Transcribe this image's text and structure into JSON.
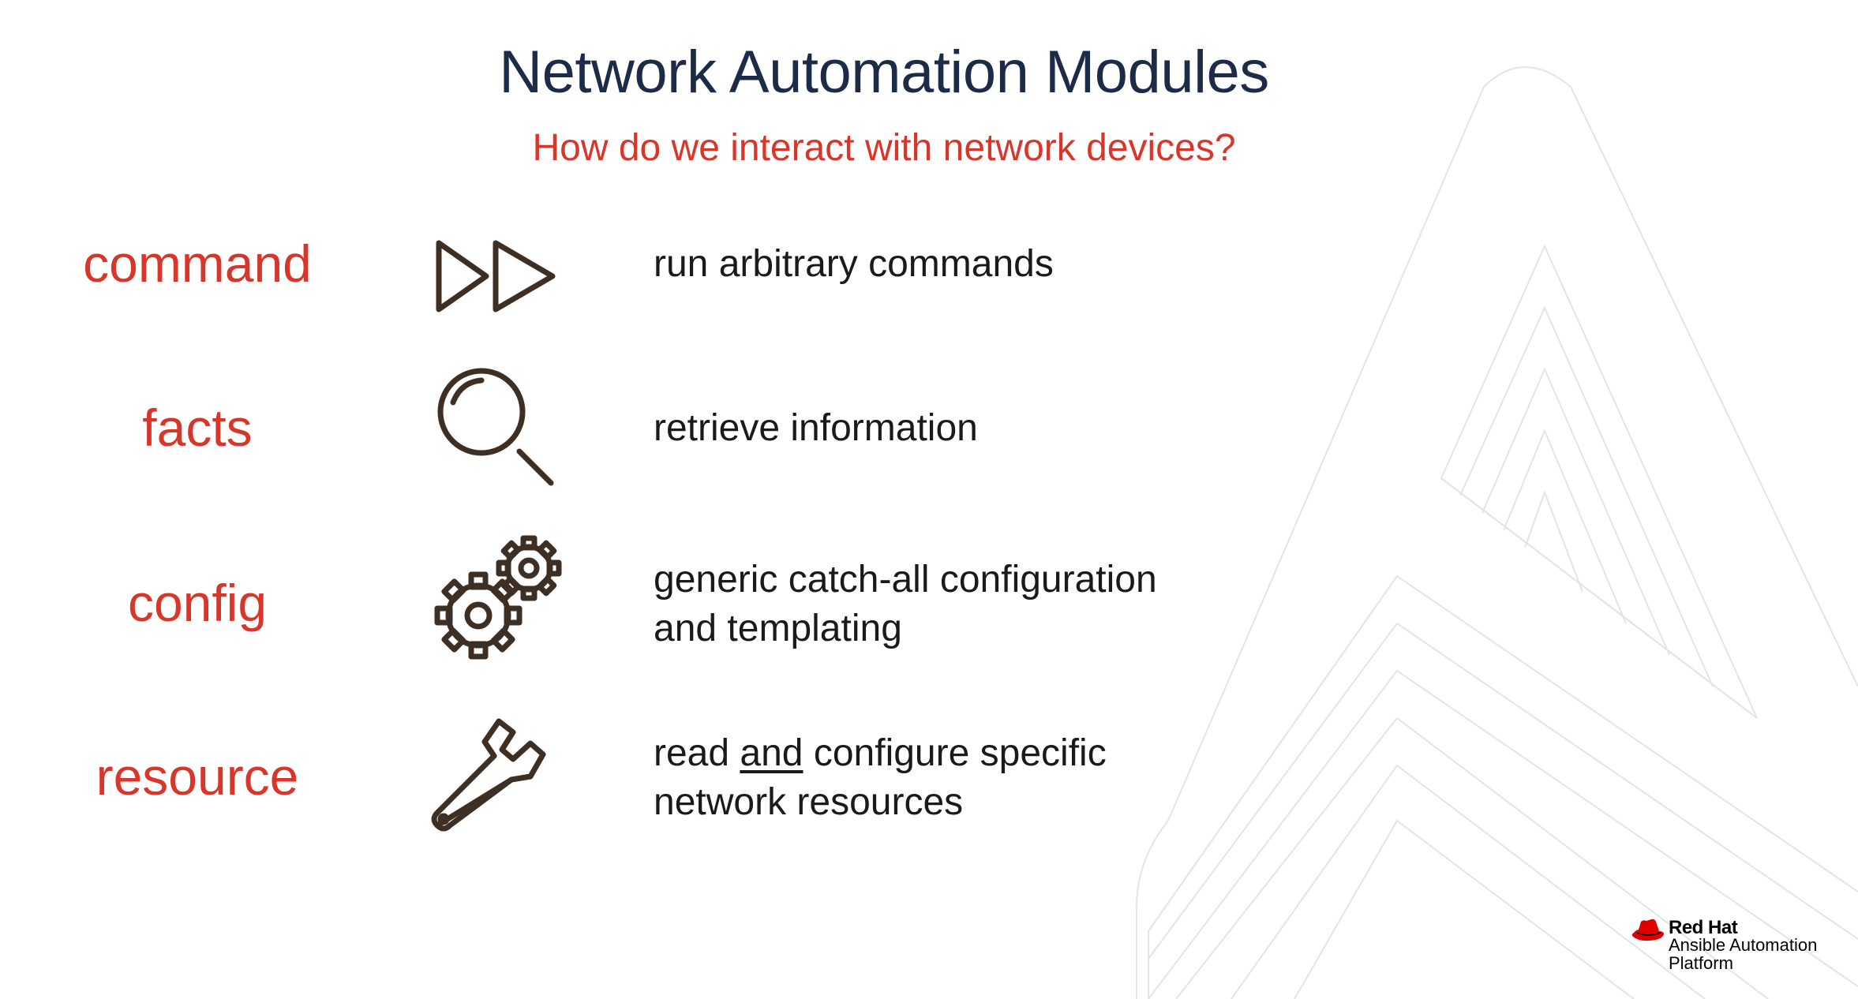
{
  "slide": {
    "title": "Network Automation Modules",
    "subtitle": "How do we interact with network devices?"
  },
  "modules": [
    {
      "term": "command",
      "icon": "fast-forward-icon",
      "description_line1": "run arbitrary commands",
      "description_line2": ""
    },
    {
      "term": "facts",
      "icon": "magnifier-icon",
      "description_line1": "retrieve information",
      "description_line2": ""
    },
    {
      "term": "config",
      "icon": "gears-icon",
      "description_line1": "generic catch-all configuration",
      "description_line2": "and templating"
    },
    {
      "term": "resource",
      "icon": "wrench-icon",
      "description_pre": "read ",
      "description_emph": "and",
      "description_post": " configure specific",
      "description_line2": "network resources"
    }
  ],
  "brand": {
    "name": "Red Hat",
    "product": "Ansible Automation Platform"
  },
  "colors": {
    "title": "#1c2b47",
    "accent": "#d9362b",
    "icon": "#3e2f24",
    "text": "#1a1a1a"
  }
}
